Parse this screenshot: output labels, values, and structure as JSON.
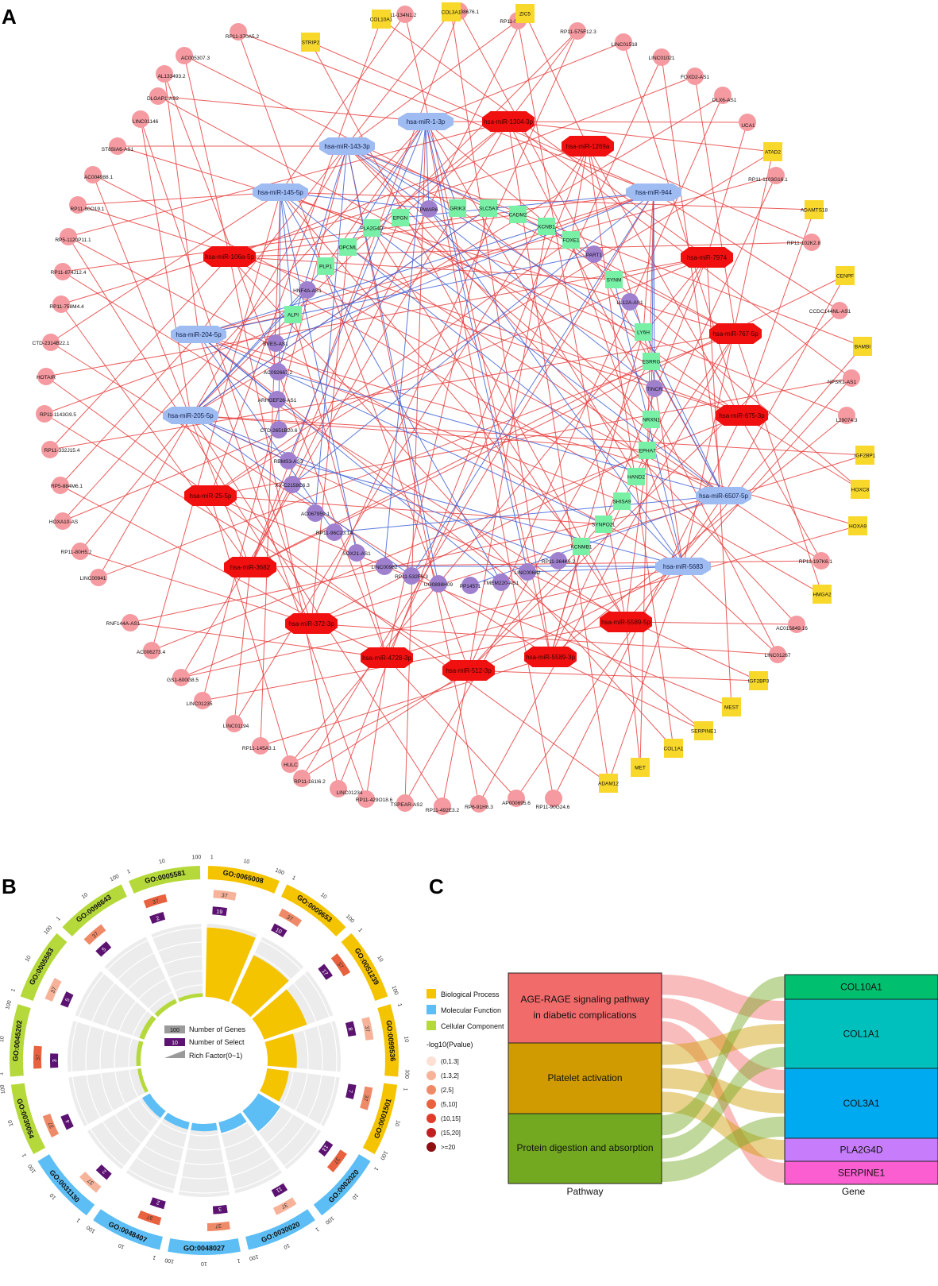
{
  "panels": {
    "a": "A",
    "b": "B",
    "c": "C"
  },
  "colors": {
    "mirna_up": "#f01010",
    "mirna_down": "#9ebbf2",
    "lnc": "#f49aa0",
    "circ": "#9f80cf",
    "gene_green": "#78f0a6",
    "gene_yellow": "#f8d82a",
    "edge_red": "#e84040",
    "edge_blue": "#3f63d8",
    "bp": "#f5c400",
    "mf": "#5cbef5",
    "cc": "#b5d93a"
  },
  "network": {
    "mirna_up": [
      "hsa-miR-1304-3p",
      "hsa-miR-1269a",
      "hsa-miR-7974",
      "hsa-miR-767-5p",
      "hsa-miR-675-3p",
      "hsa-miR-5589-5p",
      "hsa-miR-5589-3p",
      "hsa-miR-512-3p",
      "hsa-miR-4728-3p",
      "hsa-miR-372-3p",
      "hsa-miR-3682",
      "hsa-miR-25-5p",
      "hsa-miR-106a-5p"
    ],
    "mirna_down": [
      "hsa-miR-1-3p",
      "hsa-miR-143-3p",
      "hsa-miR-145-5p",
      "hsa-miR-944",
      "hsa-miR-204-5p",
      "hsa-miR-205-5p",
      "hsa-miR-6507-5p",
      "hsa-miR-5683"
    ],
    "outer_lnc": [
      "RP11-134N1.2",
      "AC108676.1",
      "RP11-576I22.2",
      "RP11-575F12.3",
      "LINC01518",
      "LINC01021",
      "FOXD2-AS1",
      "DLX6-AS1",
      "UCA1",
      "RP11-1103G16.1",
      "RP11-102K2.8",
      "CCDC144NL-AS1",
      "NPSR1-AS1",
      "L29074.3",
      "RP11-197K6.1",
      "AC015849.16",
      "LINC01287",
      "RP11-90G24.6",
      "AP000695.6",
      "RP6-91H8.3",
      "RP11-492E3.2",
      "TSPEAR-AS2",
      "RP11-429O18.6",
      "LINC01234",
      "RP11-161I6.2",
      "HULC",
      "RP11-145A3.1",
      "LINC01194",
      "LINC01235",
      "GS1-600G8.5",
      "AC006273.4",
      "RNF144A-AS1",
      "LINC00941",
      "RP11-80H5.2",
      "HOXA10-AS",
      "RP5-884M6.1",
      "RP11-332J15.4",
      "RP11-1143G9.5",
      "HOTAIR",
      "CTD-2314B22.1",
      "RP11-758M4.4",
      "RP11-874J12.4",
      "RP5-1120P11.1",
      "RP11-60O19.1",
      "AC004988.1",
      "ST8SIA6-AS1",
      "LINC01146",
      "DLGAP1-AS2",
      "AL133493.2",
      "AC005307.3",
      "RP11-370A5.2"
    ],
    "outer_genes": [
      "COL10A1",
      "COL3A1",
      "ZIC5",
      "STRIP2",
      "ATAD2",
      "ADAMTS18",
      "CENPF",
      "BAMBI",
      "IGF2BP1",
      "HOXC8",
      "HOXA9",
      "HMGA2",
      "IGF2BP3",
      "MEST",
      "SERPINE1",
      "COL1A1",
      "MET",
      "ADAM12"
    ],
    "inner_circ": [
      "PWAR6",
      "PART1",
      "LL12A-AS1",
      "TINCR",
      "RP11-364K6.2",
      "LINC00682",
      "TMEM220-AS1",
      "PP14571",
      "UG0898H09",
      "RP11-532F6.3",
      "LINC00982",
      "SOX21-AS1",
      "RP11-96C23.14",
      "AC067959.1",
      "XX-C2158C6.3",
      "RBMS3-AS3",
      "CTD-2651B20.6",
      "ARHGEF26-AS1",
      "AC092667.2",
      "BVES-AS1",
      "HNF4A-AS1"
    ],
    "inner_genes": [
      "EPGN",
      "GRIK3",
      "SLC5A7",
      "CADM2",
      "KCNB1",
      "FOXE1",
      "PLA2G4D",
      "OPCML",
      "PLP1",
      "ALPI",
      "SYNM",
      "LY6H",
      "ESRRG",
      "NRXN1",
      "EPHA7",
      "HAND2",
      "SHISA9",
      "SYNPO2L",
      "KCNMB1"
    ]
  },
  "go": {
    "bp": [
      "GO:0065008",
      "GO:0009653",
      "GO:0051239",
      "GO:0099536",
      "GO:0001501"
    ],
    "mf": [
      "GO:0002020",
      "GO:0030020",
      "GO:0048027",
      "GO:0048407",
      "GO:0031130"
    ],
    "cc": [
      "GO:0030054",
      "GO:0045202",
      "GO:0005583",
      "GO:0098643",
      "GO:0005581"
    ],
    "genes": [
      "37",
      "37",
      "37",
      "37",
      "37",
      "37",
      "37",
      "37",
      "37",
      "37",
      "37",
      "37",
      "37",
      "37",
      "37"
    ],
    "select": [
      "19",
      "10",
      "17",
      "8",
      "7",
      "13",
      "11",
      "3",
      "2",
      "2",
      "4",
      "3",
      "5",
      "5",
      "2"
    ],
    "rich": [
      0.95,
      0.72,
      0.62,
      0.4,
      0.3,
      0.35,
      0.15,
      0.1,
      0.1,
      0.12,
      0.05,
      0.06,
      0.07,
      0.06,
      0.05
    ],
    "tick_labels": [
      "1",
      "10",
      "100"
    ],
    "legend": {
      "genes_value": "100",
      "genes_label": "Number of Genes",
      "select_value": "10",
      "select_label": "Number of Select",
      "rich_label": "Rich Factor(0~1)"
    },
    "cat_legend": [
      "Biological Process",
      "Molecular Function",
      "Cellular Component"
    ],
    "pval_title": "-log10(Pvalue)",
    "pval_bins": [
      "(0,1.3]",
      "(1.3,2]",
      "(2,5]",
      "(5,10]",
      "(10,15]",
      "(15,20]",
      ">=20"
    ],
    "pval_colors": [
      "#fde0d4",
      "#f6b39a",
      "#ef8a68",
      "#e8623f",
      "#e03b2b",
      "#c21f23",
      "#8e0e12"
    ]
  },
  "sankey": {
    "pathways": [
      {
        "label": "AGE-RAGE signaling pathway in diabetic complications",
        "color": "#f26b6b"
      },
      {
        "label": "Platelet activation",
        "color": "#cf9b00"
      },
      {
        "label": "Protein digestion and absorption",
        "color": "#73a921"
      }
    ],
    "genes": [
      {
        "label": "COL10A1",
        "color": "#00c070"
      },
      {
        "label": "COL1A1",
        "color": "#00c0bd"
      },
      {
        "label": "COL3A1",
        "color": "#00aaf0"
      },
      {
        "label": "PLA2G4D",
        "color": "#c77dfb"
      },
      {
        "label": "SERPINE1",
        "color": "#fb5ed0"
      }
    ],
    "left_axis": "Pathway",
    "right_axis": "Gene"
  }
}
